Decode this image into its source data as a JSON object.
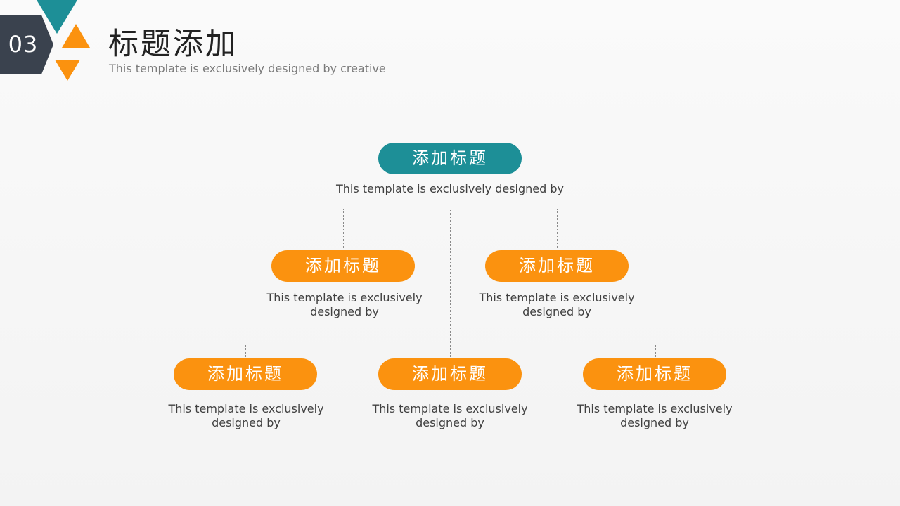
{
  "header": {
    "section_number": "03",
    "title": "标题添加",
    "subtitle": "This template is exclusively designed by  creative"
  },
  "colors": {
    "badge_dark": "#3a424e",
    "teal": "#1d8f97",
    "orange": "#fb920f",
    "connector": "#8a8a8a"
  },
  "diagram": {
    "root": {
      "label": "添加标题",
      "desc": "This template is exclusively designed by"
    },
    "level2": [
      {
        "label": "添加标题",
        "desc_line1": "This template is exclusively",
        "desc_line2": "designed by"
      },
      {
        "label": "添加标题",
        "desc_line1": "This template is exclusively",
        "desc_line2": "designed by"
      }
    ],
    "level3": [
      {
        "label": "添加标题",
        "desc_line1": "This template is exclusively",
        "desc_line2": "designed by"
      },
      {
        "label": "添加标题",
        "desc_line1": "This template is exclusively",
        "desc_line2": "designed by"
      },
      {
        "label": "添加标题",
        "desc_line1": "This template is exclusively",
        "desc_line2": "designed by"
      }
    ]
  }
}
